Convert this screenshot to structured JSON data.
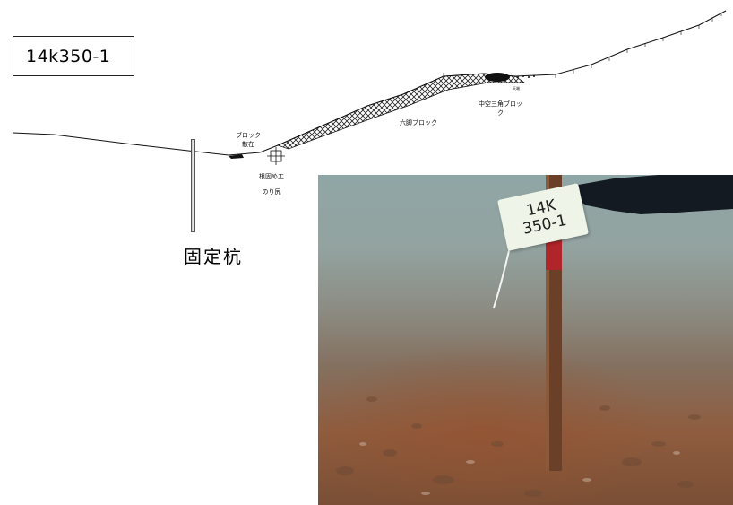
{
  "station_label": "14k350-1",
  "annotations": {
    "block_scatter_line1": "ブロック",
    "block_scatter_line2": "散在",
    "root_fix_line1": "根固め工",
    "root_fix_line2": "のり尻",
    "hexapod_block": "六脚ブロック",
    "hollow_block_line1": "中空三角ブロッ",
    "hollow_block_line2": "ク",
    "small_label": "天端"
  },
  "pile_label": "固定杭",
  "photo": {
    "tag_line1": "14K",
    "tag_line2": "350-1"
  }
}
